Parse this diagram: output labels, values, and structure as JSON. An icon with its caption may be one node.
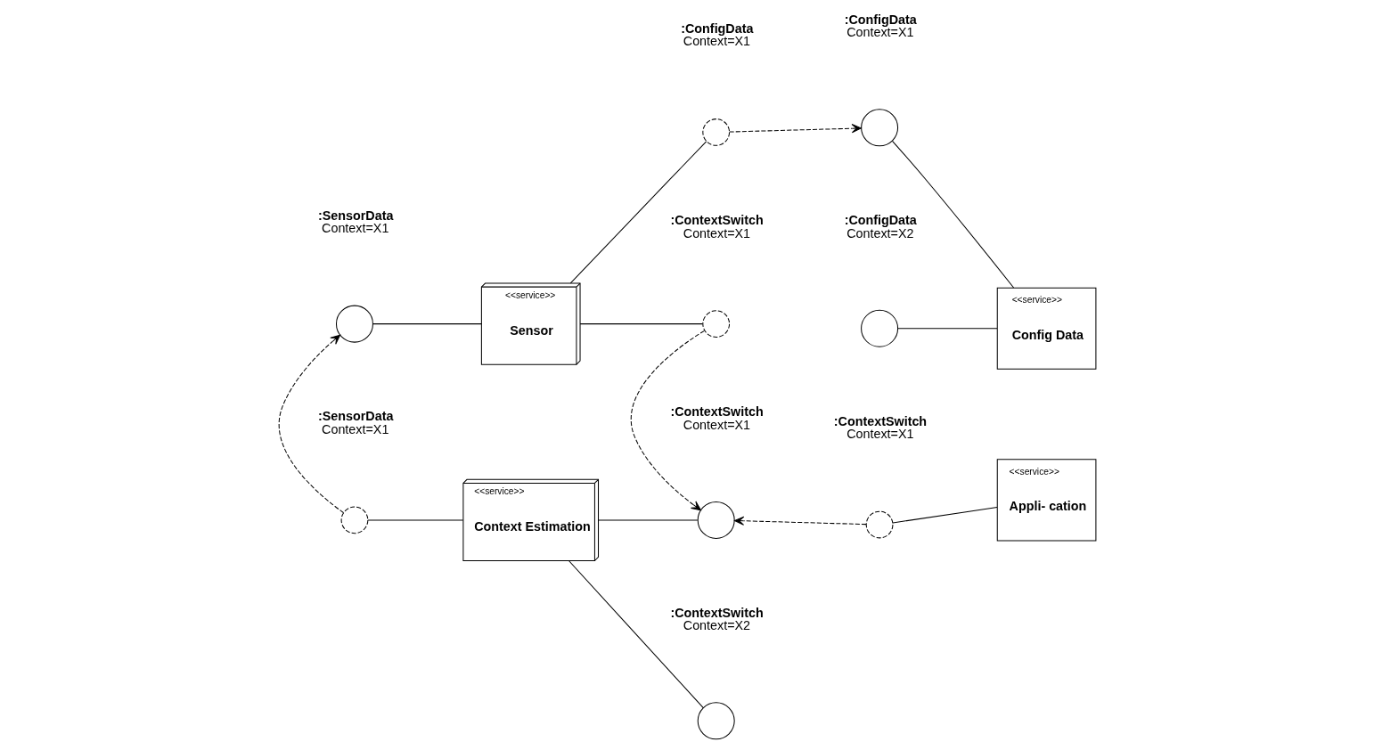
{
  "diagram": {
    "nodes": [
      {
        "text": [
          "<<service>>",
          "Sensor"
        ]
      },
      {
        "text": [
          "<<service>>",
          "Context Estimation"
        ]
      },
      {
        "text": [
          "<<service>>",
          "Config Data"
        ]
      },
      {
        "text": [
          "<<service>>",
          "Appli- cation"
        ]
      },
      {
        "text": [],
        "shape": "circle",
        "beside": [
          ":SensorData",
          "Context=X1"
        ]
      },
      {
        "text": [],
        "shape": "arc",
        "beside": [
          ":ConfigData",
          "Context=X1"
        ]
      },
      {
        "text": [],
        "shape": "circle",
        "beside": [
          ":ConfigData",
          "Context=X1"
        ]
      },
      {
        "text": [],
        "shape": "arc",
        "beside": [
          ":ContextSwitch",
          "Context=X1"
        ]
      },
      {
        "text": [],
        "shape": "circle",
        "beside": [
          ":ConfigData",
          "Context=X2"
        ]
      },
      {
        "text": [],
        "shape": "arc",
        "beside": [
          ":SensorData",
          "Context=X1"
        ]
      },
      {
        "text": [],
        "shape": "circle",
        "beside": [
          ":ContextSwitch",
          "Context=X1"
        ]
      },
      {
        "text": [],
        "shape": "arc",
        "beside": [
          ":ContextSwitch",
          "Context=X1"
        ]
      },
      {
        "text": [],
        "shape": "circle",
        "beside": [
          ":ContextSwitch",
          "Context=X2"
        ]
      }
    ],
    "edges": [
      {
        "from": 4,
        "to": 0,
        "arrow": "none"
      },
      {
        "from": 0,
        "to": 5,
        "arrow": "none"
      },
      {
        "from": 5,
        "to": 6,
        "arrow": "to",
        "style": "dashed"
      },
      {
        "from": 6,
        "to": 2,
        "arrow": "none"
      },
      {
        "from": 0,
        "to": 7,
        "arrow": "none"
      },
      {
        "from": 8,
        "to": 2,
        "arrow": "none"
      },
      {
        "from": 7,
        "to": 10,
        "arrow": "to",
        "style": "dashed"
      },
      {
        "from": 9,
        "to": 4,
        "arrow": "to",
        "style": "dashed"
      },
      {
        "from": 9,
        "to": 1,
        "arrow": "none"
      },
      {
        "from": 1,
        "to": 10,
        "arrow": "none"
      },
      {
        "from": 11,
        "to": 10,
        "arrow": "to",
        "style": "dashed"
      },
      {
        "from": 1,
        "to": 12,
        "arrow": "none"
      },
      {
        "from": 11,
        "to": 3,
        "arrow": "none"
      }
    ]
  }
}
